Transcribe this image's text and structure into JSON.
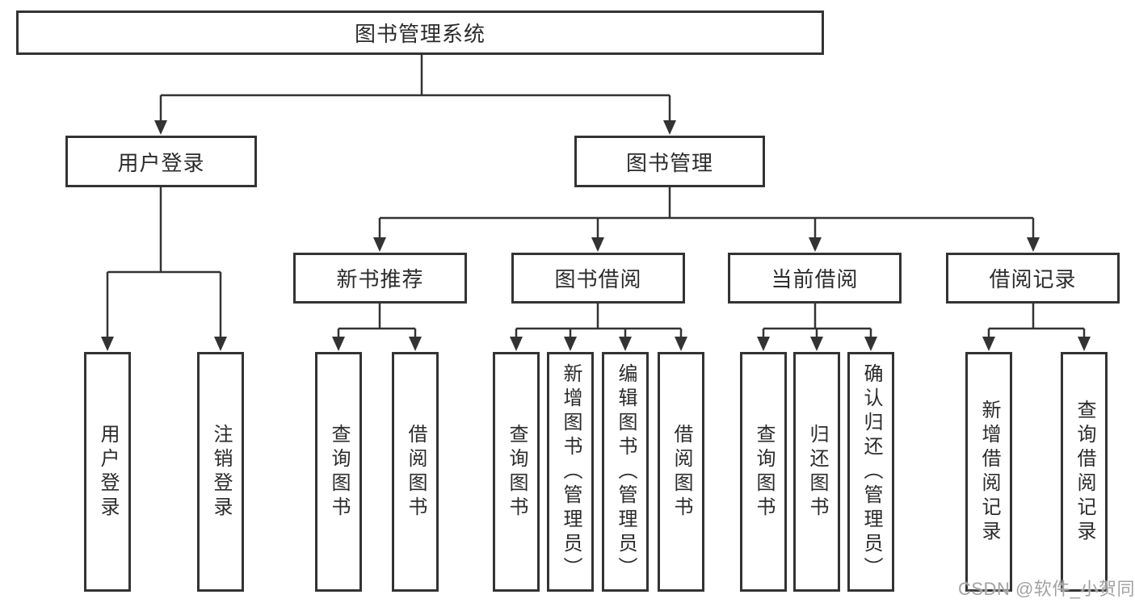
{
  "diagram": {
    "root": {
      "label": "图书管理系统"
    },
    "user_branch": {
      "label": "用户登录",
      "children": [
        {
          "label": "用户登录"
        },
        {
          "label": "注销登录"
        }
      ]
    },
    "book_branch": {
      "label": "图书管理",
      "sections": [
        {
          "label": "新书推荐",
          "children": [
            {
              "label": "查询图书"
            },
            {
              "label": "借阅图书"
            }
          ]
        },
        {
          "label": "图书借阅",
          "children": [
            {
              "label": "查询图书"
            },
            {
              "label": "新增图书（管理员）"
            },
            {
              "label": "编辑图书（管理员）"
            },
            {
              "label": "借阅图书"
            }
          ]
        },
        {
          "label": "当前借阅",
          "children": [
            {
              "label": "查询图书"
            },
            {
              "label": "归还图书"
            },
            {
              "label": "确认归还（管理员）"
            }
          ]
        },
        {
          "label": "借阅记录",
          "children": [
            {
              "label": "新增借阅记录"
            },
            {
              "label": "查询借阅记录"
            }
          ]
        }
      ]
    }
  },
  "watermark": {
    "text": "CSDN @软件_小贺同学"
  },
  "colors": {
    "line": "#333333",
    "box_border": "#333333",
    "text": "#2b2b2b",
    "watermark": "#a3a3a3",
    "background": "#ffffff"
  }
}
